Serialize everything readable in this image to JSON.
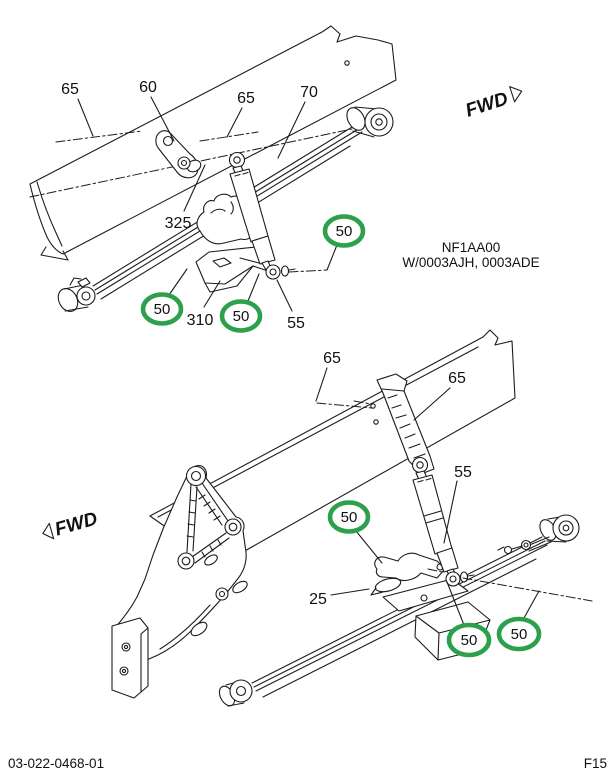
{
  "page": {
    "background_color": "#ffffff",
    "footer": {
      "doc_number": "03-022-0468-01",
      "figure_ref": "F15"
    },
    "variant_note": {
      "line1": "NF1AA00",
      "line2": "W/0003AJH, 0003ADE"
    }
  },
  "colors": {
    "line": "#1c1c1c",
    "highlight_green": "#2ca04a"
  },
  "top_view": {
    "fwd_label": "FWD",
    "callouts": [
      {
        "id": "65-left",
        "text": "65"
      },
      {
        "id": "60",
        "text": "60"
      },
      {
        "id": "65-right",
        "text": "65"
      },
      {
        "id": "70",
        "text": "70"
      },
      {
        "id": "325",
        "text": "325"
      },
      {
        "id": "310",
        "text": "310"
      },
      {
        "id": "55",
        "text": "55"
      }
    ],
    "highlighted_callouts": [
      {
        "id": "50-left",
        "text": "50"
      },
      {
        "id": "50-center",
        "text": "50"
      },
      {
        "id": "50-upper",
        "text": "50"
      }
    ]
  },
  "bottom_view": {
    "fwd_label": "FWD",
    "callouts": [
      {
        "id": "65-left",
        "text": "65"
      },
      {
        "id": "65-right",
        "text": "65"
      },
      {
        "id": "55",
        "text": "55"
      },
      {
        "id": "25",
        "text": "25"
      }
    ],
    "highlighted_callouts": [
      {
        "id": "50-upper",
        "text": "50"
      },
      {
        "id": "50-lower-left",
        "text": "50"
      },
      {
        "id": "50-lower-right",
        "text": "50"
      }
    ]
  }
}
